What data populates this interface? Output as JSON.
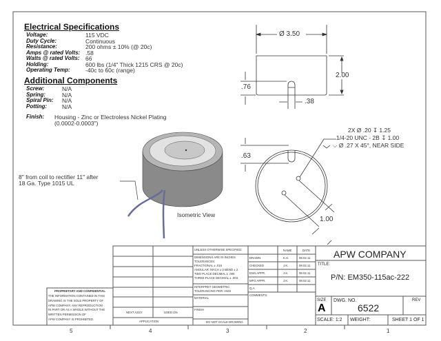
{
  "electrical": {
    "heading": "Electrical Specifications",
    "rows": [
      {
        "label": "Voltage:",
        "value": "115 VDC"
      },
      {
        "label": "Duty Cycle:",
        "value": "Continuous"
      },
      {
        "label": "Resistance:",
        "value": "200 ohms ± 10% (@ 20c)"
      },
      {
        "label": "Amps @ rated Volts:",
        "value": ".58"
      },
      {
        "label": "Watts @ rated Volts:",
        "value": "66"
      },
      {
        "label": "Holding:",
        "value": "600 lbs (1/4\" Thick 1215 CRS @ 20c)"
      },
      {
        "label": "Operating Temp:",
        "value": "-40c to 60c (range)"
      }
    ]
  },
  "additional": {
    "heading": "Additional Components",
    "rows": [
      {
        "label": "Screw:",
        "value": "N/A"
      },
      {
        "label": "Spring:",
        "value": "N/A"
      },
      {
        "label": "Spiral Pin:",
        "value": "N/A"
      },
      {
        "label": "Potting:",
        "value": "N/A"
      }
    ],
    "finish_label": "Finish:",
    "finish_line1": "Housing - Zinc or Electroless Nickel Plating",
    "finish_line2": "(0.0002-0.0003\")"
  },
  "iso": {
    "wire_note1": "8\" from coil to rectifier 11\" after",
    "wire_note2": "18 Ga. Type 1015 UL",
    "caption": "Isometric View"
  },
  "dims": {
    "diameter": "Ø 3.50",
    "height": "2.00",
    "slot_depth": ".76",
    "slot_width": ".38",
    "top_offset": ".63",
    "hole_spacing": "1.00",
    "hole_note1": "2X Ø .20 ↧ 1.25",
    "hole_note2": "1/4-20 UNC - 2B ↧ 1.00",
    "hole_note3": "⌵ Ø .27 X 45°, NEAR SIDE"
  },
  "titleblock": {
    "proprietary_title": "PROPRIETARY AND CONFIDENTIAL",
    "proprietary_text": [
      "THE INFORMATION CONTAINED IN THIS",
      "DRAWING IS THE SOLE PROPERTY OF",
      "APW COMPANY.  ANY REPRODUCTION",
      "IN PART OR AS A WHOLE WITHOUT THE",
      "WRITTEN PERMISSION OF",
      "APW COMPANY IS PROHIBITED."
    ],
    "next_assy": "NEXT ASSY",
    "used_on": "USED ON",
    "application": "APPLICATION",
    "unless": "UNLESS OTHERWISE SPECIFIED:",
    "tolerances": [
      "DIMENSIONS ARE IN INCHES",
      "TOLERANCES:",
      "FRACTIONAL ± .015",
      "ANGULAR: MACH ± 2    BEND ± 2",
      "TWO PLACE DECIMAL    ± .005",
      "THREE PLACE DECIMAL  ± .003"
    ],
    "interpret": [
      "INTERPRET GEOMETRIC",
      "TOLERANCING PER: ANSI"
    ],
    "material": "MATERIAL",
    "finish": "FINISH",
    "do_not_scale": "DO NOT SCALE DRAWING",
    "name_header": "NAME",
    "date_header": "DATE",
    "approvals": [
      {
        "role": "DRAWN",
        "name": "K.H.",
        "date": "08.02.11"
      },
      {
        "role": "CHECKED",
        "name": "J.K.",
        "date": "08.02.11"
      },
      {
        "role": "ENG APPR.",
        "name": "J.K.",
        "date": "08.02.11"
      },
      {
        "role": "MFG APPR.",
        "name": "J.K.",
        "date": "08.02.11"
      },
      {
        "role": "Q.A.",
        "name": "",
        "date": ""
      }
    ],
    "comments": "COMMENTS:",
    "company": "APW COMPANY",
    "title_label": "TITLE:",
    "part_number": "P/N: EM350-115ac-222",
    "size_label": "SIZE",
    "size": "A",
    "dwg_no_label": "DWG.  NO.",
    "dwg_no": "6522",
    "rev_label": "REV",
    "scale": "SCALE: 1:2",
    "weight": "WEIGHT:",
    "sheet": "SHEET 1 OF 1"
  },
  "zones": [
    "5",
    "4",
    "3",
    "2",
    "1"
  ]
}
